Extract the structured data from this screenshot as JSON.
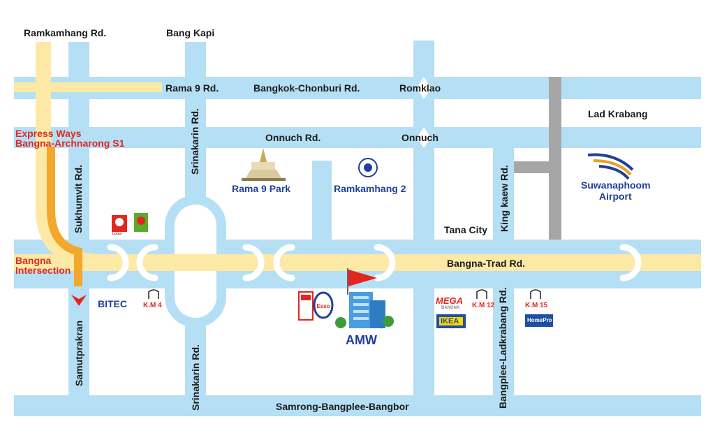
{
  "roads": {
    "ramkamhang": "Ramkamhang Rd.",
    "bang_kapi": "Bang Kapi",
    "rama9": "Rama 9 Rd.",
    "bangkok_chonburi": "Bangkok-Chonburi Rd.",
    "romklao": "Romklao",
    "lad_krabang": "Lad Krabang",
    "onnuch_rd": "Onnuch Rd.",
    "onnuch": "Onnuch",
    "srinakarin_top": "Srinakarin Rd.",
    "srinakarin_bottom": "Srinakarin Rd.",
    "sukhumvit": "Sukhumvit Rd.",
    "king_kaew": "King kaew Rd.",
    "bangna_trad": "Bangna-Trad Rd.",
    "samutprakran": "Samutprakran",
    "bangplee_ladkrabang": "Bangplee-Ladkrabang Rd.",
    "samrong": "Samrong-Bangplee-Bangbor"
  },
  "labels": {
    "express_line1": "Express Ways",
    "express_line2": "Bangna-Archnarong S1",
    "bangna_line1": "Bangna",
    "bangna_line2": "Intersection",
    "rama9_park": "Rama 9 Park",
    "ramkamhang2": "Ramkamhang 2",
    "airport_line1": "Suwanaphoom",
    "airport_line2": "Airport",
    "tana_city": "Tana City",
    "bitec": "BITEC",
    "amw": "AMW"
  },
  "km_markers": {
    "km4": "K.M 4",
    "km12": "K.M 12",
    "km15": "K.M 15"
  },
  "logos": {
    "lotus": "Lotus",
    "esso": "Esso",
    "mega": "MEGA",
    "mega_sub": "BANGNA",
    "ikea": "IKEA",
    "homepro": "HomePro"
  },
  "colors": {
    "road": "#b5dff5",
    "expressway": "#fde9a6",
    "expressway_orange": "#f3a72b",
    "airport_road": "#a6a6a6",
    "label_red": "#e3261f",
    "label_blue": "#1f3f99"
  }
}
